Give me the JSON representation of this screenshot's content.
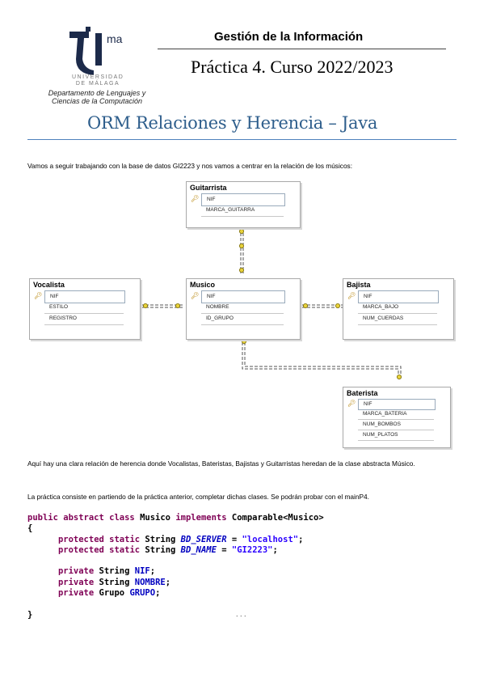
{
  "header": {
    "university": "UNIVERSIDAD DE MÁLAGA",
    "logo_text": "ma",
    "department": "Departamento de Lenguajes y Ciencias de la Computación",
    "title": "Gestión de la Información",
    "subtitle": "Práctica 4. Curso 2022/2023",
    "main_title": "ORM Relaciones y Herencia – Java"
  },
  "intro": "Vamos a seguir trabajando con la base de datos GI2223 y nos vamos a centrar en la relación de los músicos:",
  "diagram": {
    "guitarrista": {
      "name": "Guitarrista",
      "fields": [
        "NIF",
        "MARCA_GUITARRA"
      ]
    },
    "vocalista": {
      "name": "Vocalista",
      "fields": [
        "NIF",
        "ESTILO",
        "REGISTRO"
      ]
    },
    "musico": {
      "name": "Musico",
      "fields": [
        "NIF",
        "NOMBRE",
        "ID_GRUPO"
      ]
    },
    "bajista": {
      "name": "Bajista",
      "fields": [
        "NIF",
        "MARCA_BAJO",
        "NUM_CUERDAS"
      ]
    },
    "baterista": {
      "name": "Baterista",
      "fields": [
        "NIF",
        "MARCA_BATERIA",
        "NUM_BOMBOS",
        "NUM_PLATOS"
      ]
    }
  },
  "paragraph1": "Aquí hay una clara relación de herencia donde Vocalistas, Bateristas, Bajistas y Guitarristas heredan de la clase abstracta Músico.",
  "paragraph2": "La práctica consiste en partiendo de la práctica anterior, completar dichas clases. Se podrán probar con el mainP4.",
  "code": {
    "l1_kw": "public abstract class ",
    "l1_name": "Musico ",
    "l1_kw2": "implements ",
    "l1_rest": "Comparable<Musico>",
    "l2": "{",
    "l3_kw": "protected static ",
    "l3_type": "String ",
    "l3_field": "BD_SERVER",
    "l3_eq": " = ",
    "l3_val": "\"localhost\"",
    "l4_kw": "protected static ",
    "l4_type": "String ",
    "l4_field": "BD_NAME",
    "l4_eq": " = ",
    "l4_val": "\"GI2223\"",
    "l6_kw": "private ",
    "l6_type": "String ",
    "l6_field": "NIF",
    "l7_kw": "private ",
    "l7_type": "String ",
    "l7_field": "NOMBRE",
    "l8_kw": "private ",
    "l8_type": "Grupo ",
    "l8_field": "GRUPO",
    "semi": ";",
    "ellipsis": ". . .",
    "close": "}"
  }
}
